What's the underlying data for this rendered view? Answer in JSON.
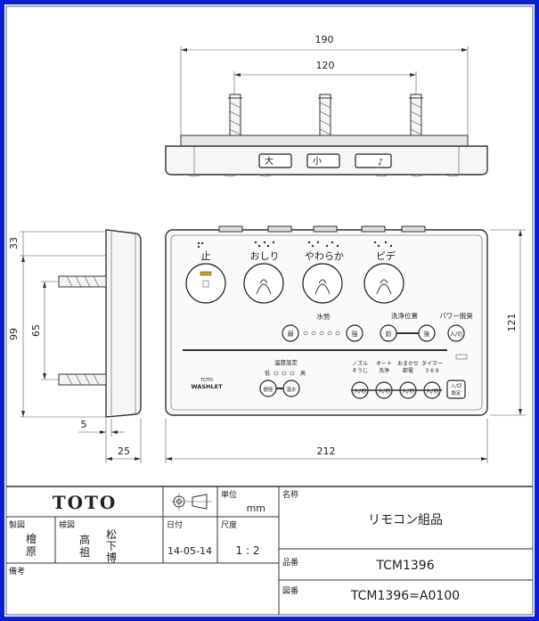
{
  "dimensions": {
    "top_width": "190",
    "top_pitch": "120",
    "left_top_offset": "33",
    "left_total": "99",
    "left_pitch": "65",
    "left_depth_small": "5",
    "left_depth": "25",
    "front_width": "212",
    "front_height": "121"
  },
  "top_view": {
    "btn_big": "大",
    "btn_small": "小",
    "btn_third": "♪"
  },
  "front": {
    "stop": "止",
    "oshiri": "おしり",
    "yawaraka": "やわらか",
    "bidet": "ビデ",
    "water_force": "水勢",
    "weak": "弱",
    "strong": "強",
    "wash_position": "洗浄位置",
    "front_btn": "前",
    "back_btn": "後",
    "power_deodorize": "パワー脱臭",
    "onoff": "入/切",
    "brand": "TOTO",
    "model_line": "WASHLET",
    "temp_setting": "温度設定",
    "temp_low": "低",
    "temp_high": "高",
    "seat_btn": "便座",
    "water_btn": "温水",
    "nozzle_clean": "ノズル\nそうじ",
    "auto_wash": "オート\n洗浄",
    "omakase": "おまかせ\n節電",
    "timer": "タイマー",
    "timer_vals": "3 6 9",
    "bar_btn": "入/切",
    "setting_btn": "入/切\n設定"
  },
  "title_block": {
    "company": "TOTO",
    "unit_label": "単位",
    "unit": "mm",
    "name_label": "名称",
    "name": "リモコン組品",
    "drawn_label": "製図",
    "drawn_1": "檜",
    "drawn_2": "原",
    "checked_label": "検図",
    "checked_1": "高",
    "checked_2": "祖",
    "checked_3": "松",
    "checked_4": "下",
    "checked_5": "博",
    "date_label": "日付",
    "date": "14-05-14",
    "scale_label": "尺度",
    "scale": "1 : 2",
    "notes_label": "備考",
    "part_label": "品番",
    "part": "TCM1396",
    "drawing_label": "図番",
    "drawing_no": "TCM1396=A0100"
  }
}
